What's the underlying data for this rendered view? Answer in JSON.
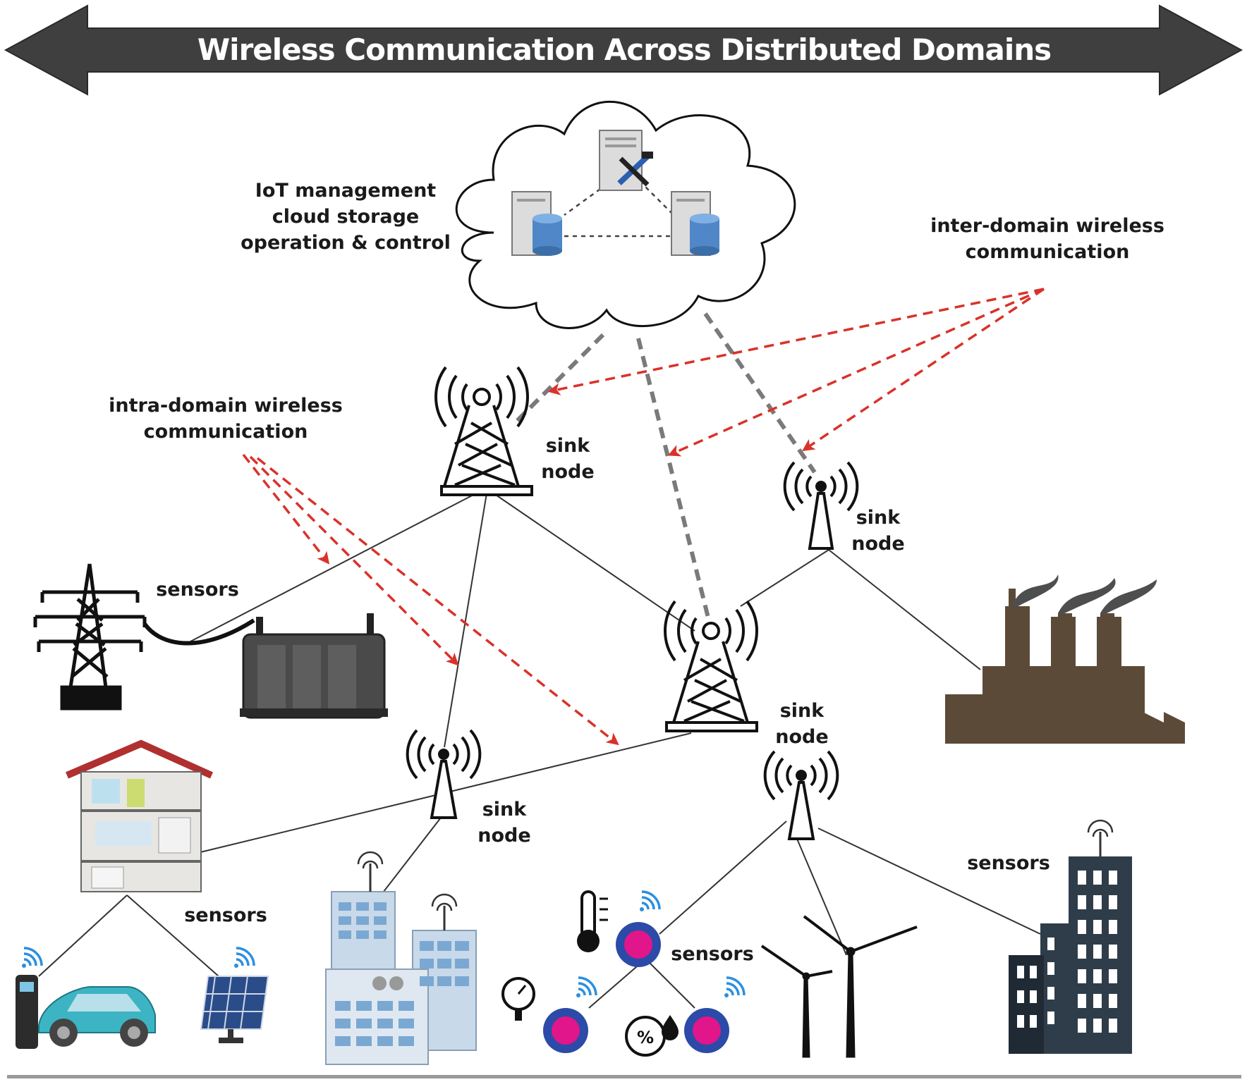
{
  "title": "Wireless Communication Across Distributed Domains",
  "labels": {
    "cloud_functions": "IoT management\ncloud storage\noperation & control",
    "inter_domain": "inter-domain wireless\ncommunication",
    "intra_domain": "intra-domain wireless\ncommunication",
    "sink_node_top": "sink\nnode",
    "sink_node_right": "sink\nnode",
    "sink_node_center": "sink\nnode",
    "sink_node_left": "sink\nnode",
    "sensors_grid": "sensors",
    "sensors_home": "sensors",
    "sensors_env": "sensors",
    "sensors_building": "sensors"
  },
  "colors": {
    "banner": "#3f3f3f",
    "wireless_arrow": "#d9322a",
    "cloud_link": "#7a7a7a",
    "network_line": "#333333",
    "factory": "#5c4a38",
    "building": "#2f3d4a",
    "sensor_ring": "#2c4aa8",
    "sensor_core": "#e0168a",
    "signal": "#2b8fe0"
  },
  "icons": [
    "cloud-icon",
    "server-icon",
    "database-icon",
    "tools-icon",
    "cell-tower-icon",
    "antenna-icon",
    "power-pylon-icon",
    "transformer-icon",
    "factory-icon",
    "house-icon",
    "ev-car-icon",
    "charging-station-icon",
    "solar-panel-icon",
    "office-building-icon",
    "skyscraper-icon",
    "thermometer-icon",
    "pressure-gauge-icon",
    "humidity-icon",
    "wind-turbine-icon",
    "wifi-signal-icon"
  ]
}
